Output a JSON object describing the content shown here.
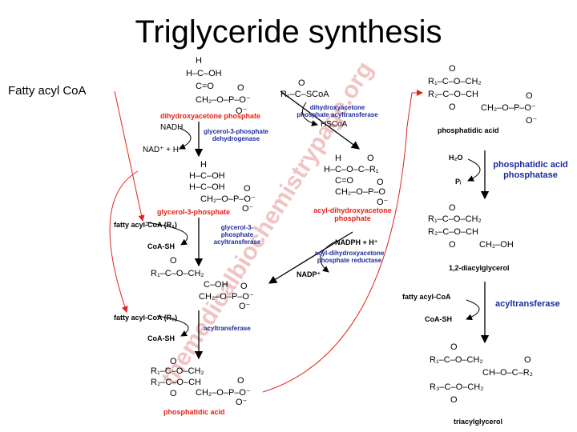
{
  "title": "Triglyceride synthesis",
  "side_label": "Fatty acyl CoA",
  "watermark": "themedicalbiochemistrypage.org",
  "left": {
    "dhap_lines": [
      "H",
      "H–C–OH",
      "C=O",
      "CH₂–O–P–O⁻"
    ],
    "phosphate_o_top": "O",
    "phosphate_o_bottom": "O⁻",
    "dhap_name": "dihydroxyacetone phosphate",
    "nadh": "NADH",
    "nad": "NAD⁺ + H⁺",
    "enzyme1": "glycerol-3-phosphate dehydrogenase",
    "g3p_lines": [
      "H",
      "H–C–OH",
      "H–C–OH",
      "CH₂–O–P–O⁻"
    ],
    "g3p_name": "glycerol-3-phosphate",
    "fa1": "fatty acyl-CoA (R₁)",
    "coash1": "CoA-SH",
    "enzyme2": "glycerol-3-phosphate acyltransferase",
    "lpa_lines": [
      "O",
      "R₁–C–O–CH₂",
      "C–OH",
      "CH₂–O–P–O⁻"
    ],
    "nadp": "NADP⁺",
    "fa2": "fatty acyl-CoA (R₂)",
    "coash2": "CoA-SH",
    "enzyme3": "acyltransferase",
    "pa_lines": [
      "O",
      "R₁–C–O–CH₂",
      "R₂–C–O–CH",
      "O",
      "CH₂–O–P–O⁻"
    ],
    "pa_name": "phosphatidic acid"
  },
  "middle": {
    "rcoa": "R₁–C–SCoA",
    "o_top": "O",
    "enzyme4": "dihydroxyacetone phosphate acyltransferase",
    "hscoa": "HSCoA",
    "adhap_lines": [
      "H",
      "O",
      "H–C–O–C–R₁",
      "C=O",
      "CH₂–O–P–O"
    ],
    "adhap_name": "acyl-dihydroxyacetone phosphate",
    "nadph": "NADPH + H⁺",
    "enzyme5": "acyl-dihydroxyacetone phosphate reductase"
  },
  "right": {
    "pa_lines": [
      "O",
      "R₁–C–O–CH₂",
      "R₂–C–O–CH",
      "O",
      "CH₂–O–P–O⁻",
      "O⁻"
    ],
    "pa_name": "phosphatidic acid",
    "h2o": "H₂O",
    "pi": "Pᵢ",
    "enzyme6": "phosphatidic acid phosphatase",
    "dag_lines": [
      "O",
      "R₁–C–O–CH₂",
      "R₂–C–O–CH",
      "O",
      "CH₂–OH"
    ],
    "dag_name": "1,2-diacylglycerol",
    "facoa": "fatty acyl-CoA",
    "coash": "CoA-SH",
    "enzyme7": "acyltransferase",
    "tag_lines": [
      "O",
      "R₁–C–O–CH₂",
      "O",
      "CH–O–C–R₂",
      "R₃–C–O–CH₂",
      "O"
    ],
    "tag_name": "triacylglycerol"
  }
}
